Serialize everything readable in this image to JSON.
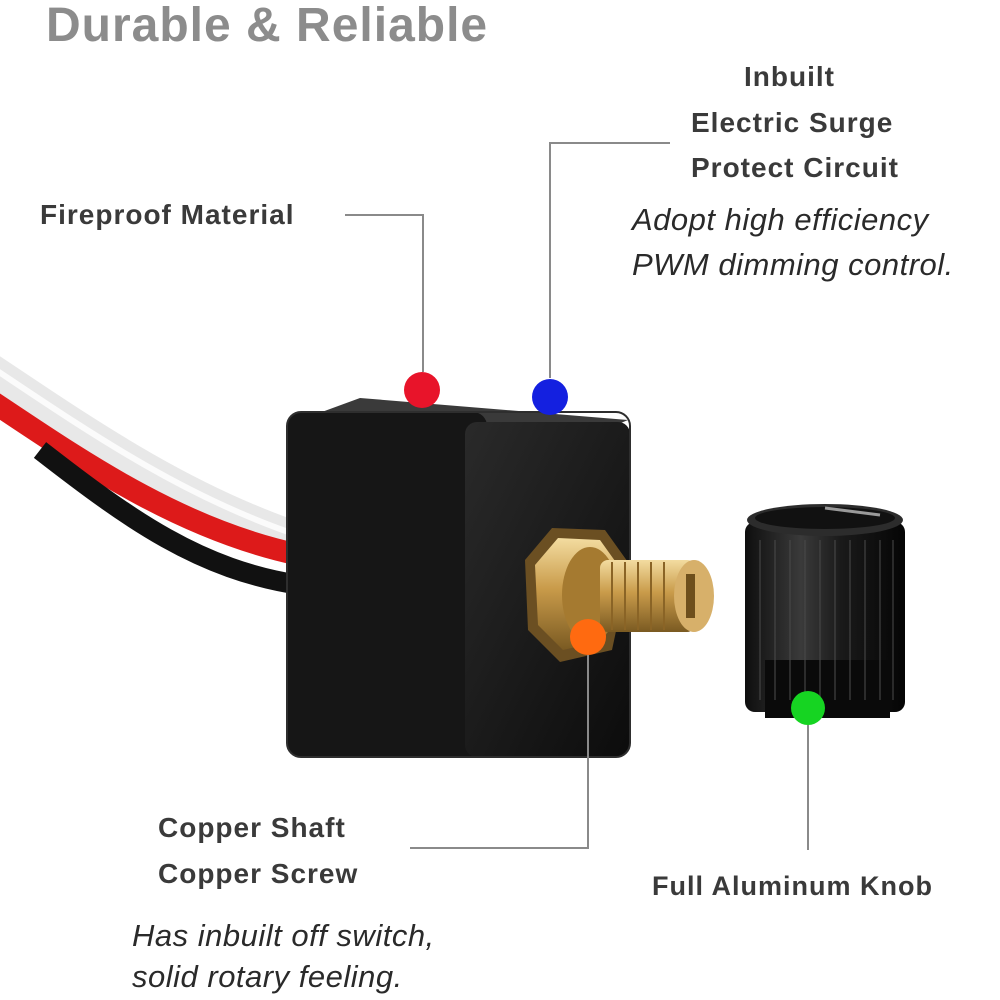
{
  "title": "Durable & Reliable",
  "callouts": {
    "fireproof": {
      "label": "Fireproof Material"
    },
    "surge": {
      "label_lines": [
        "Inbuilt",
        "Electric Surge",
        "Protect Circuit"
      ],
      "note_lines": [
        "Adopt high efficiency",
        "PWM dimming control."
      ]
    },
    "copper": {
      "label_lines": [
        "Copper Shaft",
        "Copper Screw"
      ],
      "note_lines": [
        "Has inbuilt off switch,",
        "solid rotary feeling."
      ]
    },
    "knob": {
      "label": "Full Aluminum Knob"
    }
  },
  "colors": {
    "dot_red": "#e8142a",
    "dot_blue": "#1420e0",
    "dot_orange": "#ff6a10",
    "dot_green": "#16d422",
    "leader_line": "#8a8a8a"
  }
}
